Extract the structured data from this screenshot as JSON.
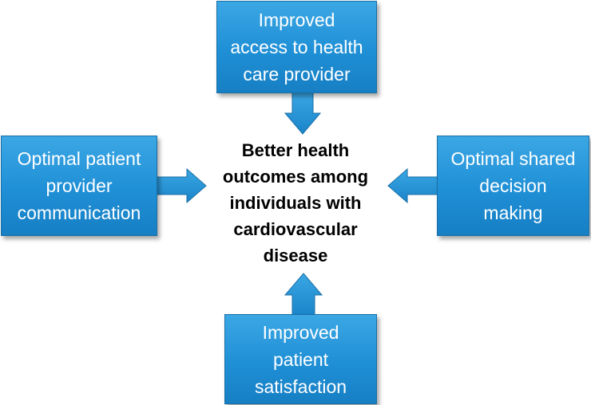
{
  "diagram": {
    "center": {
      "lines": [
        "Better health",
        "outcomes among",
        "individuals with",
        "cardiovascular",
        "disease"
      ]
    },
    "top_box": {
      "lines": [
        "Improved",
        "access to health",
        "care provider"
      ]
    },
    "left_box": {
      "lines": [
        "Optimal patient",
        "provider",
        "communication"
      ]
    },
    "right_box": {
      "lines": [
        "Optimal shared",
        "decision",
        "making"
      ]
    },
    "bottom_box": {
      "lines": [
        "Improved",
        "patient",
        "satisfaction"
      ]
    },
    "colors": {
      "box_fill": "#1f8fd6",
      "box_border": "#1a6fa6",
      "box_text": "#ffffff",
      "center_text": "#000000"
    }
  }
}
